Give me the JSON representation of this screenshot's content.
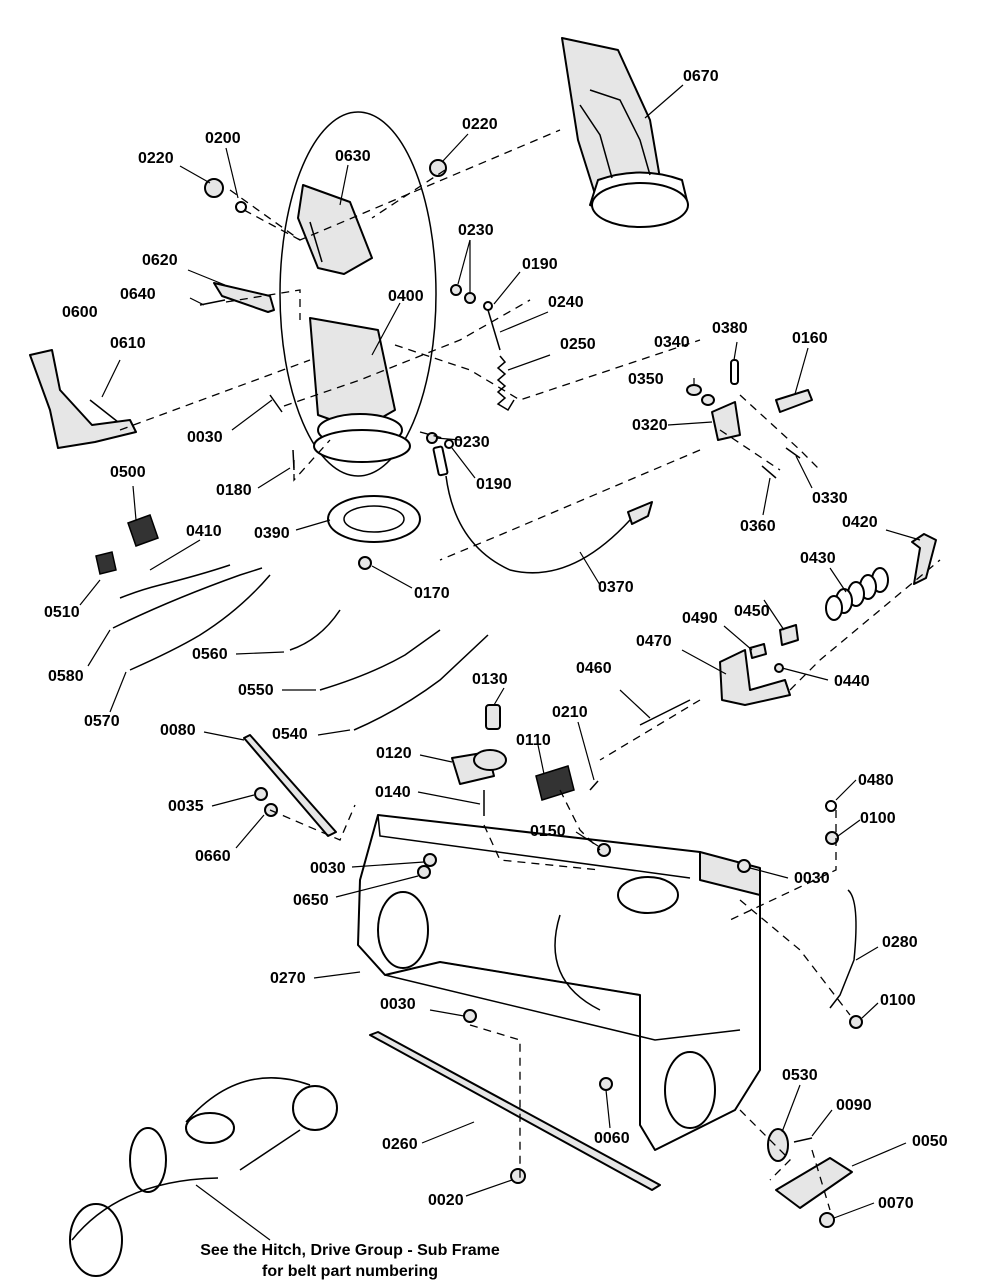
{
  "callouts": [
    {
      "id": "0670",
      "text": "0670"
    },
    {
      "id": "0220a",
      "text": "0220"
    },
    {
      "id": "0200",
      "text": "0200"
    },
    {
      "id": "0630",
      "text": "0630"
    },
    {
      "id": "0220b",
      "text": "0220"
    },
    {
      "id": "0230a",
      "text": "0230"
    },
    {
      "id": "0190a",
      "text": "0190"
    },
    {
      "id": "0620",
      "text": "0620"
    },
    {
      "id": "0640",
      "text": "0640"
    },
    {
      "id": "0400",
      "text": "0400"
    },
    {
      "id": "0240",
      "text": "0240"
    },
    {
      "id": "0600",
      "text": "0600"
    },
    {
      "id": "0610",
      "text": "0610"
    },
    {
      "id": "0250",
      "text": "0250"
    },
    {
      "id": "0380",
      "text": "0380"
    },
    {
      "id": "0160",
      "text": "0160"
    },
    {
      "id": "0340",
      "text": "0340"
    },
    {
      "id": "0350",
      "text": "0350"
    },
    {
      "id": "0320",
      "text": "0320"
    },
    {
      "id": "0030a",
      "text": "0030"
    },
    {
      "id": "0230b",
      "text": "0230"
    },
    {
      "id": "0180",
      "text": "0180"
    },
    {
      "id": "0190b",
      "text": "0190"
    },
    {
      "id": "0330",
      "text": "0330"
    },
    {
      "id": "0500",
      "text": "0500"
    },
    {
      "id": "0360",
      "text": "0360"
    },
    {
      "id": "0410",
      "text": "0410"
    },
    {
      "id": "0390",
      "text": "0390"
    },
    {
      "id": "0420",
      "text": "0420"
    },
    {
      "id": "0430",
      "text": "0430"
    },
    {
      "id": "0510",
      "text": "0510"
    },
    {
      "id": "0170",
      "text": "0170"
    },
    {
      "id": "0370",
      "text": "0370"
    },
    {
      "id": "0450",
      "text": "0450"
    },
    {
      "id": "0490",
      "text": "0490"
    },
    {
      "id": "0560",
      "text": "0560"
    },
    {
      "id": "0470",
      "text": "0470"
    },
    {
      "id": "0580",
      "text": "0580"
    },
    {
      "id": "0440",
      "text": "0440"
    },
    {
      "id": "0550",
      "text": "0550"
    },
    {
      "id": "0460",
      "text": "0460"
    },
    {
      "id": "0130",
      "text": "0130"
    },
    {
      "id": "0570",
      "text": "0570"
    },
    {
      "id": "0210",
      "text": "0210"
    },
    {
      "id": "0080",
      "text": "0080"
    },
    {
      "id": "0540",
      "text": "0540"
    },
    {
      "id": "0110",
      "text": "0110"
    },
    {
      "id": "0120",
      "text": "0120"
    },
    {
      "id": "0140",
      "text": "0140"
    },
    {
      "id": "0480",
      "text": "0480"
    },
    {
      "id": "0035",
      "text": "0035"
    },
    {
      "id": "0100a",
      "text": "0100"
    },
    {
      "id": "0150",
      "text": "0150"
    },
    {
      "id": "0660",
      "text": "0660"
    },
    {
      "id": "0030b",
      "text": "0030"
    },
    {
      "id": "0030c",
      "text": "0030"
    },
    {
      "id": "0650",
      "text": "0650"
    },
    {
      "id": "0280",
      "text": "0280"
    },
    {
      "id": "0270",
      "text": "0270"
    },
    {
      "id": "0100b",
      "text": "0100"
    },
    {
      "id": "0030d",
      "text": "0030"
    },
    {
      "id": "0530",
      "text": "0530"
    },
    {
      "id": "0090",
      "text": "0090"
    },
    {
      "id": "0260",
      "text": "0260"
    },
    {
      "id": "0060",
      "text": "0060"
    },
    {
      "id": "0050",
      "text": "0050"
    },
    {
      "id": "0070",
      "text": "0070"
    },
    {
      "id": "0020",
      "text": "0020"
    }
  ],
  "note": {
    "line1": "See the Hitch, Drive Group - Sub Frame",
    "line2": "for belt part numbering"
  }
}
